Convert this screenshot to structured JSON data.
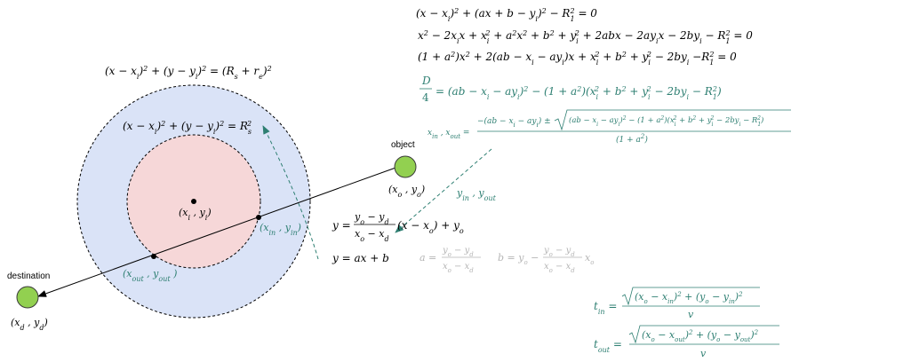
{
  "colors": {
    "outer_fill": "#dae3f7",
    "inner_fill": "#f6d7d8",
    "point_fill": "#92d050",
    "teal": "#2e7f72",
    "gray_text": "#b5b5b5",
    "dark_text": "#000000"
  },
  "labels": {
    "object": "object",
    "destination": "destination",
    "object_coord": "(x_o , y_o)",
    "destination_coord": "(x_d , y_d)",
    "center_coord": "(x_i , y_i)",
    "in_point": "(x_in , y_in)",
    "out_point": "(x_out , y_out)",
    "outer_circle_eq": "(x − x_i)² + (y − y_i)² = (R_s + r_e)²",
    "inner_circle_eq": "(x − x_i)² + (y − y_i)² = R_s²",
    "y_in_out": "y_in , y_out"
  },
  "equations": {
    "eq1": "(x − x_i)² + (ax + b − y_i)² − R_1² = 0",
    "eq2": "x² − 2x_i x + x_i² + a²x² + b² + y_i² + 2abx − 2ay_i x − 2by_i − R_1² = 0",
    "eq3": "(1 + a²)x² + 2(ab − x_i − ay_i)x + x_i² + b² + y_i² − 2by_i −R_1² = 0",
    "discriminant": "D/4 = (ab − x_i − ay_i)² − (1 + a²)(x_i² + b² + y_i² − 2by_i − R_1²)",
    "roots_lhs": "x_in , x_out =",
    "roots_num": "−(ab − x_i − ay_i) ± √((ab − x_i − ay_i)² − (1 + a²)(x_i² + b² + y_i² − 2by_i − R_1²))",
    "roots_den": "(1 + a²)",
    "line_eq": "y = (y_o − y_d)/(x_o − x_d) (x − x_o) + y_o",
    "line_simple": "y = ax + b",
    "a_def": "a = (y_o − y_d)/(x_o − x_d)",
    "b_def": "b = y_o − (y_o − y_d)/(x_o − x_d) x_o",
    "t_in": "t_in = √((x_o − x_in)² + (y_o − y_in)²) / v",
    "t_out": "t_out = √((x_o − x_out)² + (y_o − y_out)²) / v"
  }
}
